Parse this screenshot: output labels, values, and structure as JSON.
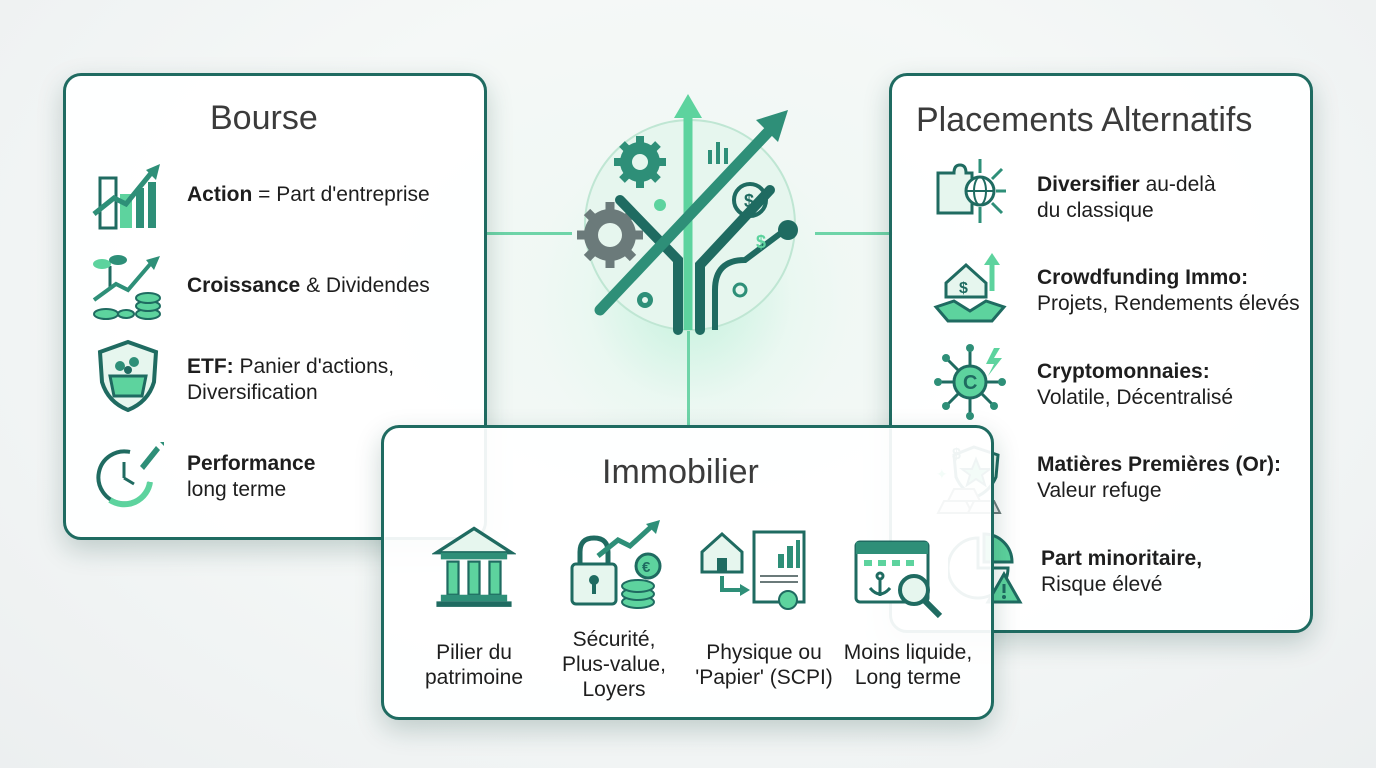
{
  "colors": {
    "accent_dark": "#1f6b61",
    "accent_mid": "#2e8f78",
    "accent_light": "#5dd39e",
    "background": "#f5f8f7"
  },
  "bourse": {
    "title": "Bourse",
    "items": [
      {
        "icon": "city-growth-chart-icon",
        "strong": "Action",
        "rest": " = Part d'entreprise",
        "line2": ""
      },
      {
        "icon": "plant-coins-growth-icon",
        "strong": "Croissance",
        "rest": " & Dividendes",
        "line2": ""
      },
      {
        "icon": "shield-basket-icon",
        "strong": "ETF:",
        "rest": " Panier d'actions,",
        "line2": "Diversification"
      },
      {
        "icon": "clock-rocket-icon",
        "strong": "Performance",
        "rest": "",
        "line2": "long terme"
      }
    ]
  },
  "alternatifs": {
    "title": "Placements Alternatifs",
    "items": [
      {
        "icon": "puzzle-globe-icon",
        "strong": "Diversifier",
        "rest": " au-delà",
        "line2": "du classique"
      },
      {
        "icon": "house-handshake-icon",
        "strong": "Crowdfunding Immo:",
        "rest": "",
        "line2": "Projets, Rendements élevés"
      },
      {
        "icon": "crypto-coin-network-icon",
        "strong": "Cryptomonnaies:",
        "rest": "",
        "line2": "Volatile, Décentralisé"
      },
      {
        "icon": "gold-bars-shield-icon",
        "strong": "Matières Premières (Or):",
        "rest": "",
        "line2": "Valeur refuge"
      },
      {
        "icon": "pie-warning-icon",
        "strong": "Part minoritaire,",
        "rest": "",
        "line2": "Risque élevé"
      }
    ]
  },
  "immobilier": {
    "title": "Immobilier",
    "items": [
      {
        "icon": "pillar-house-icon",
        "lines": [
          "Pilier du",
          "patrimoine"
        ]
      },
      {
        "icon": "lock-euro-coins-icon",
        "lines": [
          "Sécurité,",
          "Plus-value,",
          "Loyers"
        ]
      },
      {
        "icon": "house-document-icon",
        "lines": [
          "Physique ou",
          "'Papier' (SCPI)"
        ]
      },
      {
        "icon": "calendar-anchor-search-icon",
        "lines": [
          "Moins liquide,",
          "Long terme"
        ]
      }
    ]
  },
  "center": {
    "icon": "growth-tree-gears-icon"
  }
}
